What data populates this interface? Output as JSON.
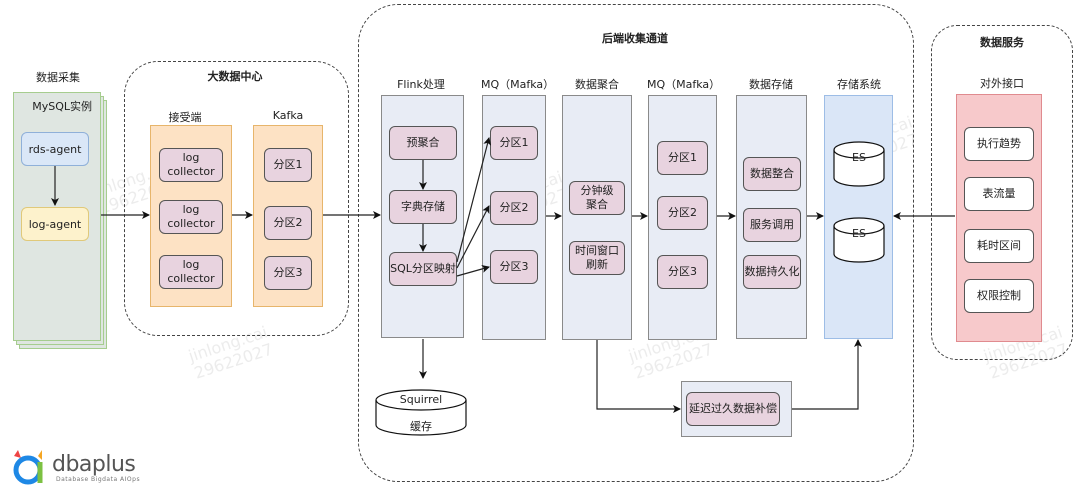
{
  "regions": {
    "collection": {
      "title": "数据采集",
      "instance": "MySQL实例",
      "agents": [
        "rds-agent",
        "log-agent"
      ]
    },
    "bigdata": {
      "title": "大数据中心",
      "receiver": {
        "title": "接受端",
        "items": [
          "log collector",
          "log collector",
          "log collector"
        ]
      },
      "kafka": {
        "title": "Kafka",
        "items": [
          "分区1",
          "分区2",
          "分区3"
        ]
      }
    },
    "backend": {
      "title": "后端收集通道",
      "flink": {
        "title": "Flink处理",
        "items": [
          "预聚合",
          "字典存储",
          "SQL分区映射"
        ]
      },
      "mq1": {
        "title": "MQ（Mafka）",
        "items": [
          "分区1",
          "分区2",
          "分区3"
        ]
      },
      "aggregation": {
        "title": "数据聚合",
        "items": [
          "分钟级\n聚合",
          "时间窗口\n刷新"
        ]
      },
      "mq2": {
        "title": "MQ（Mafka）",
        "items": [
          "分区1",
          "分区2",
          "分区3"
        ]
      },
      "storage": {
        "title": "数据存储",
        "items": [
          "数据整合",
          "服务调用",
          "数据持久化"
        ]
      },
      "storage_system": {
        "title": "存储系统",
        "items": [
          "ES",
          "ES"
        ]
      },
      "cache": {
        "name": "Squirrel",
        "label": "缓存"
      },
      "compensation": "延迟过久数据补偿"
    },
    "service": {
      "title": "数据服务",
      "api": {
        "title": "对外接口",
        "items": [
          "执行趋势",
          "表流量",
          "耗时区间",
          "权限控制"
        ]
      }
    }
  },
  "watermark": {
    "line1": "jinlong.cai",
    "line2": "29622027"
  },
  "logo": {
    "name": "dbaplus",
    "tagline": "Database  Bigdata  AIOps"
  },
  "colors": {
    "chip_fill": "#e8d3df",
    "column_fill": "#e8ecf5",
    "kafka_fill": "#fde2c4",
    "es_fill": "#dae6f7",
    "api_fill": "#f7c9cb",
    "mysql_fill": "#dfe6e1"
  }
}
